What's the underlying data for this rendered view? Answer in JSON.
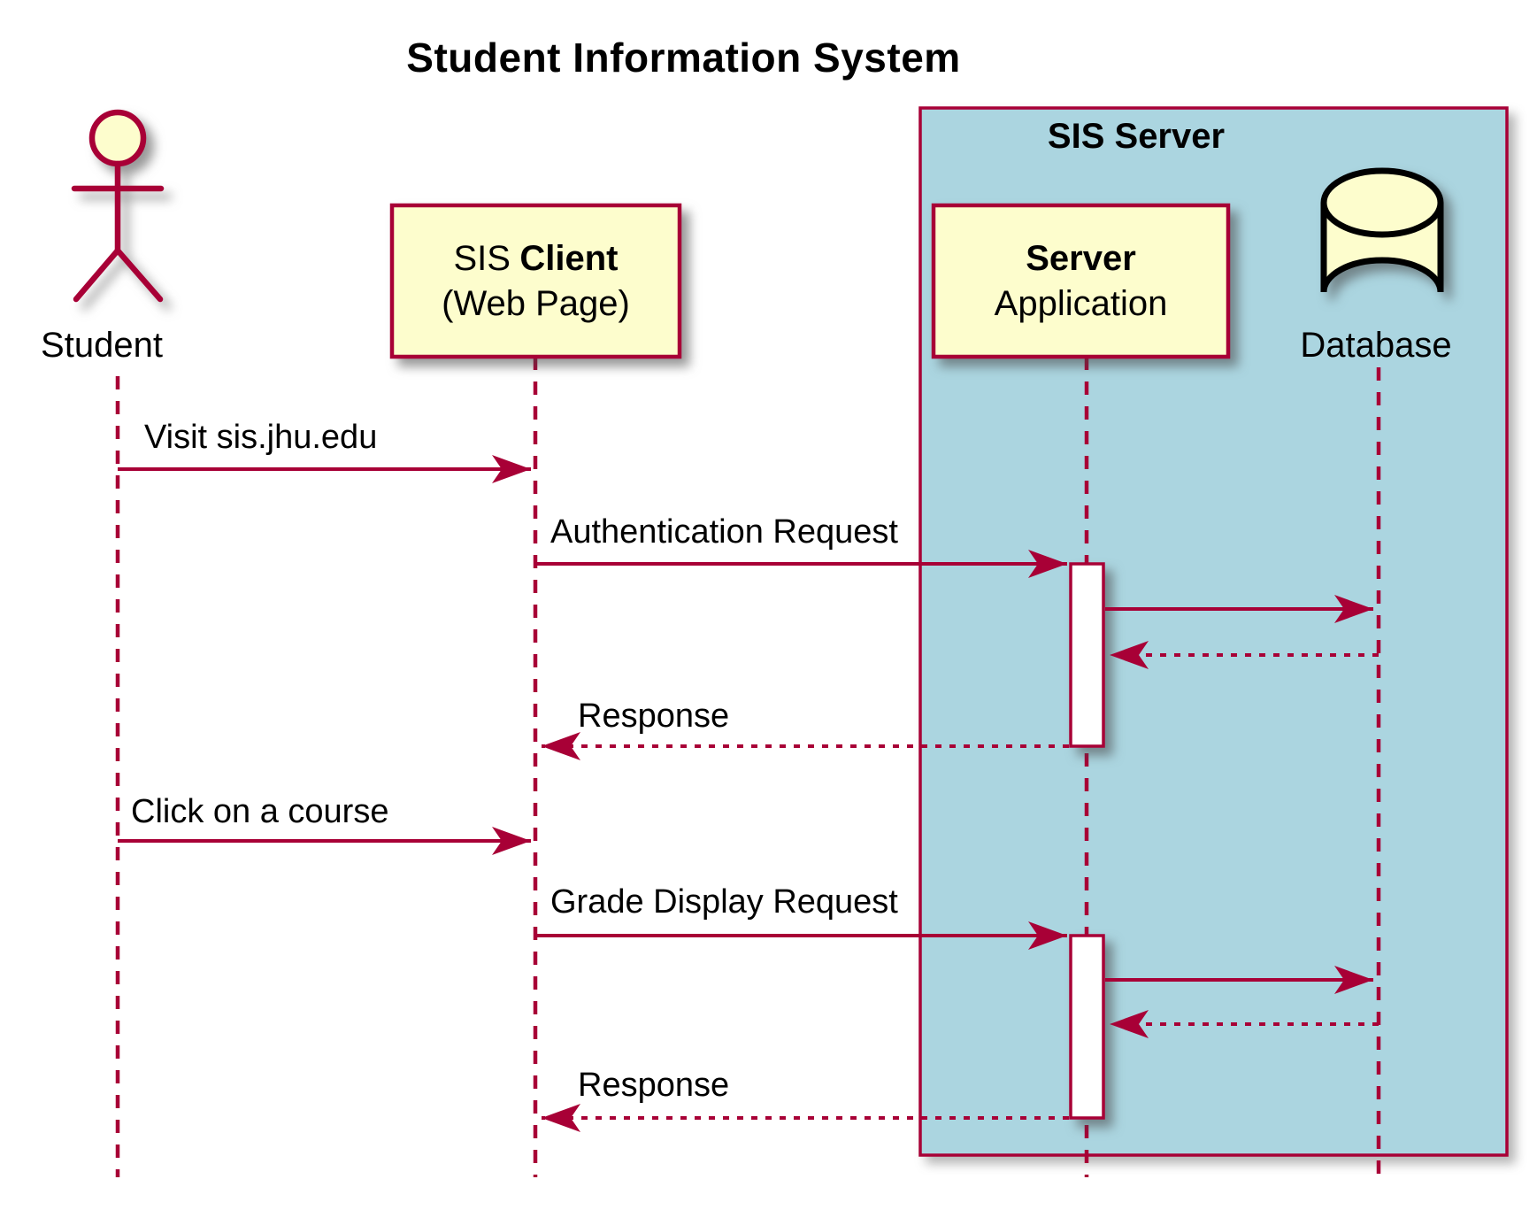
{
  "diagram": {
    "type": "uml-sequence",
    "title": "Student Information System"
  },
  "colors": {
    "accent": "#A80036",
    "participant_fill": "#FDFDCD",
    "frame_fill": "#ABD5E0",
    "activation_fill": "#FFFFFF",
    "text": "#000000"
  },
  "frame": {
    "label": "SIS Server"
  },
  "participants": {
    "student": {
      "label": "Student",
      "kind": "actor"
    },
    "client": {
      "name": "SIS",
      "name_bold": "Client",
      "subtitle": "(Web Page)",
      "kind": "participant"
    },
    "server_application": {
      "name_bold": "Server",
      "name": "Application",
      "kind": "participant"
    },
    "database": {
      "label": "Database",
      "kind": "database"
    }
  },
  "messages": [
    {
      "label": "Visit sis.jhu.edu",
      "from": "Student",
      "to": "SIS Client",
      "line": "solid"
    },
    {
      "label": "Authentication Request",
      "from": "SIS Client",
      "to": "Server Application",
      "line": "solid"
    },
    {
      "label": "",
      "from": "Server Application",
      "to": "Database",
      "line": "solid"
    },
    {
      "label": "",
      "from": "Database",
      "to": "Server Application",
      "line": "dashed"
    },
    {
      "label": "Response",
      "from": "Server Application",
      "to": "SIS Client",
      "line": "dashed"
    },
    {
      "label": "Click on a course",
      "from": "Student",
      "to": "SIS Client",
      "line": "solid"
    },
    {
      "label": "Grade Display Request",
      "from": "SIS Client",
      "to": "Server Application",
      "line": "solid"
    },
    {
      "label": "",
      "from": "Server Application",
      "to": "Database",
      "line": "solid"
    },
    {
      "label": "",
      "from": "Database",
      "to": "Server Application",
      "line": "dashed"
    },
    {
      "label": "Response",
      "from": "Server Application",
      "to": "SIS Client",
      "line": "dashed"
    }
  ]
}
